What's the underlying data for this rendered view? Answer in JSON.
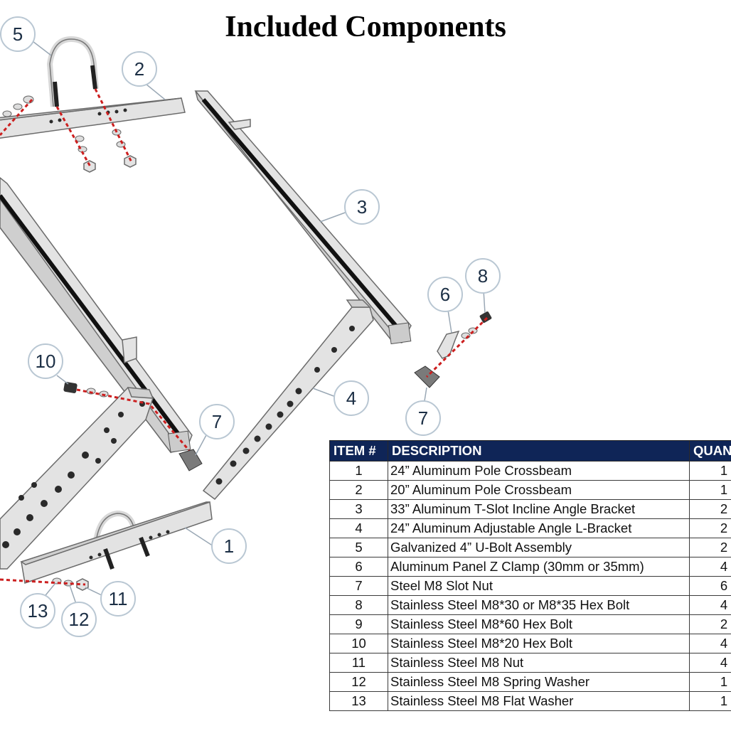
{
  "page": {
    "title": "Included Components"
  },
  "callouts": [
    {
      "id": "callout-5",
      "label": "5"
    },
    {
      "id": "callout-2",
      "label": "2"
    },
    {
      "id": "callout-3",
      "label": "3"
    },
    {
      "id": "callout-6",
      "label": "6"
    },
    {
      "id": "callout-8",
      "label": "8"
    },
    {
      "id": "callout-10",
      "label": "10"
    },
    {
      "id": "callout-7a",
      "label": "7"
    },
    {
      "id": "callout-4",
      "label": "4"
    },
    {
      "id": "callout-7b",
      "label": "7"
    },
    {
      "id": "callout-1",
      "label": "1"
    },
    {
      "id": "callout-11",
      "label": "11"
    },
    {
      "id": "callout-12",
      "label": "12"
    },
    {
      "id": "callout-13",
      "label": "13"
    }
  ],
  "table": {
    "headers": {
      "item": "ITEM #",
      "description": "DESCRIPTION",
      "quantity": "QUAN"
    },
    "rows": [
      {
        "item": "1",
        "description": "24” Aluminum Pole Crossbeam",
        "quantity": "1"
      },
      {
        "item": "2",
        "description": "20” Aluminum Pole Crossbeam",
        "quantity": "1"
      },
      {
        "item": "3",
        "description": "33” Aluminum T-Slot Incline Angle Bracket",
        "quantity": "2"
      },
      {
        "item": "4",
        "description": "24” Aluminum Adjustable Angle L-Bracket",
        "quantity": "2"
      },
      {
        "item": "5",
        "description": "Galvanized 4” U-Bolt Assembly",
        "quantity": "2"
      },
      {
        "item": "6",
        "description": "Aluminum Panel Z Clamp (30mm or 35mm)",
        "quantity": "4"
      },
      {
        "item": "7",
        "description": "Steel M8 Slot Nut",
        "quantity": "6"
      },
      {
        "item": "8",
        "description": "Stainless Steel M8*30 or M8*35 Hex Bolt",
        "quantity": "4"
      },
      {
        "item": "9",
        "description": "Stainless Steel M8*60 Hex Bolt",
        "quantity": "2"
      },
      {
        "item": "10",
        "description": "Stainless Steel M8*20 Hex Bolt",
        "quantity": "4"
      },
      {
        "item": "11",
        "description": "Stainless Steel M8 Nut",
        "quantity": "4"
      },
      {
        "item": "12",
        "description": "Stainless Steel M8 Spring Washer",
        "quantity": "1"
      },
      {
        "item": "13",
        "description": "Stainless Steel M8 Flat Washer",
        "quantity": "1"
      }
    ]
  },
  "colors": {
    "header_bg": "#0f2557",
    "dashed_line": "#cc1f1f",
    "callout_text": "#1c2f45"
  }
}
